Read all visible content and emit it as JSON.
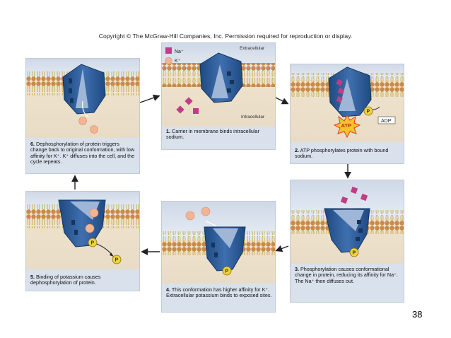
{
  "copyright": "Copyright © The McGraw-Hill Companies, Inc. Permission required for reproduction or display.",
  "page_number": "38",
  "legend": {
    "sodium": "Na⁺",
    "potassium": "K⁺"
  },
  "labels": {
    "extracellular": "Extracellular",
    "intracellular": "Intracellular",
    "atp": "ATP",
    "adp": "ADP",
    "phosphate": "P"
  },
  "steps": [
    {
      "num": "1.",
      "text": "Carrier in membrane binds intracellular sodium."
    },
    {
      "num": "2.",
      "text": "ATP phosphorylates protein with bound sodium."
    },
    {
      "num": "3.",
      "text": "Phosphorylation causes conformational change in protein, reducing its affinity for Na⁺. The Na⁺ then diffuses out."
    },
    {
      "num": "4.",
      "text": "This conformation has higher affinity for K⁺. Extracellular potassium binds to exposed sites."
    },
    {
      "num": "5.",
      "text": "Binding of potassium causes dephosphorylation of protein."
    },
    {
      "num": "6.",
      "text": "Dephosphorylation of protein triggers change back to original conformation, with low affinity for K⁺. K⁺ diffuses into the cell, and the cycle repeats."
    }
  ],
  "colors": {
    "protein": "#2c5a93",
    "sodium": "#c03d86",
    "potassium": "#f2b594",
    "phosphate": "#f0d23a",
    "membrane_head": "#c98a4a",
    "panel_bg": "#d9e1ec"
  }
}
